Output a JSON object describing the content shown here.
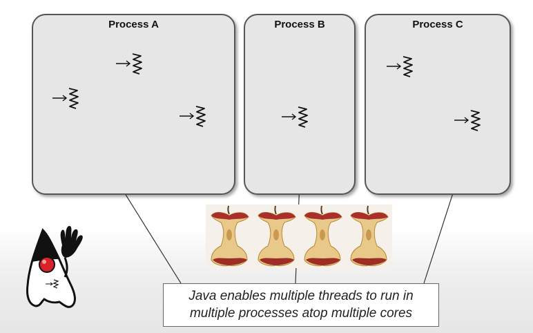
{
  "processes": [
    {
      "title": "Process A"
    },
    {
      "title": "Process B"
    },
    {
      "title": "Process C"
    }
  ],
  "caption": {
    "line1": "Java enables multiple threads to run in",
    "line2": "multiple processes atop multiple cores"
  },
  "icons": {
    "thread": "thread-squiggle-icon",
    "core": "apple-core-icon",
    "mascot": "java-duke-mascot"
  },
  "colors": {
    "process_fill": "#e6e6e6",
    "process_border": "#555555",
    "duke_nose": "#d8232a"
  }
}
